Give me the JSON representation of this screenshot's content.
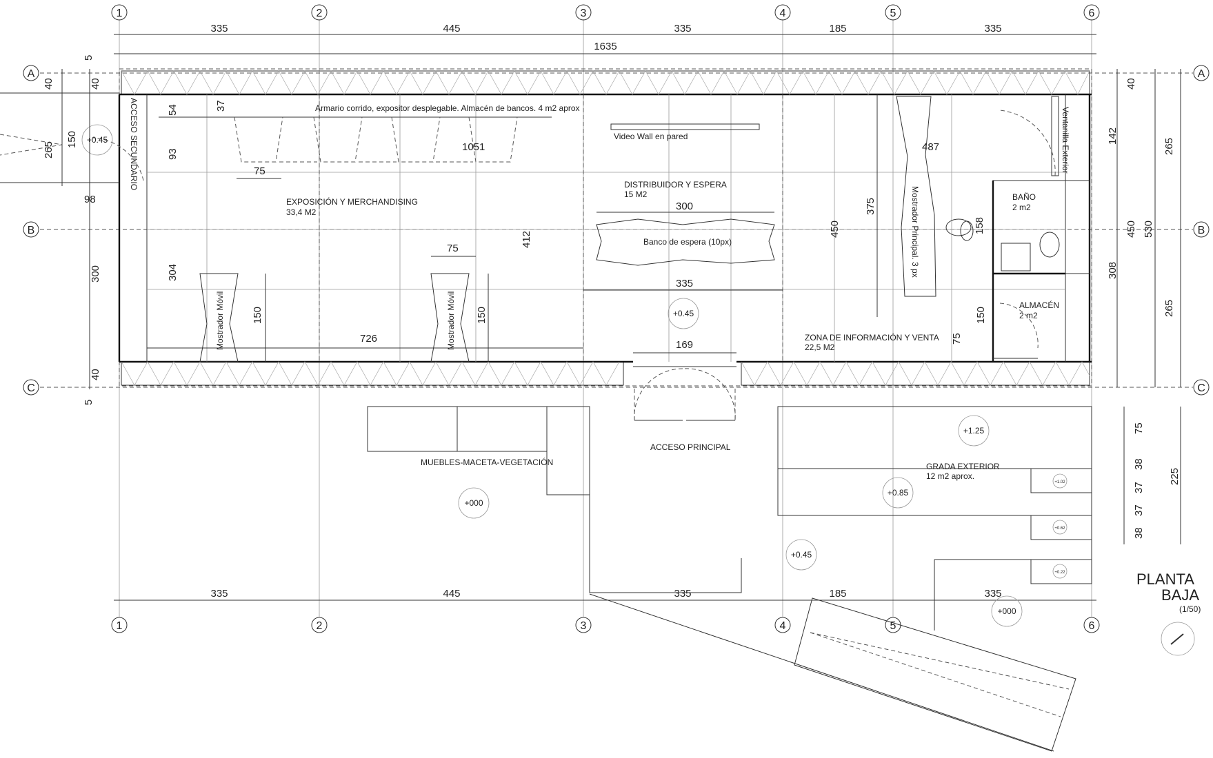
{
  "grid": {
    "columns": [
      "1",
      "2",
      "3",
      "4",
      "5",
      "6"
    ],
    "rows": [
      "A",
      "B",
      "C"
    ]
  },
  "dims_top": [
    "335",
    "445",
    "335",
    "185",
    "335"
  ],
  "dims_bottom": [
    "335",
    "445",
    "335",
    "185",
    "335"
  ],
  "total_width": "1635",
  "left_dims": [
    "5",
    "40",
    "40",
    "265",
    "150",
    "98",
    "300",
    "40",
    "5"
  ],
  "right_dims": [
    "40",
    "142",
    "265",
    "450",
    "530",
    "308",
    "265"
  ],
  "right_ext_dims": [
    "75",
    "38",
    "37",
    "37",
    "38",
    "225"
  ],
  "rooms": {
    "acceso_secundario": "ACCESO SECUNDARIO",
    "armario": "Armario corrido, expositor desplegable. Almacén de bancos. 4 m2 aprox",
    "video_wall": "Video Wall en pared",
    "exposicion": "EXPOSICIÓN Y MERCHANDISING",
    "exposicion_area": "33,4 M2",
    "distribuidor": "DISTRIBUIDOR Y ESPERA",
    "distribuidor_area": "15 M2",
    "banco": "Banco de espera (10px)",
    "mostrador_principal": "Mostrador Principal. 3 px",
    "mostrador_movil_1": "Mostrador Móvil",
    "mostrador_movil_2": "Mostrador Móvil",
    "ventanilla": "Ventanilla Exterior",
    "bano": "BAÑO",
    "bano_area": "2 m2",
    "almacen": "ALMACÉN",
    "almacen_area": "2 m2",
    "zona_info": "ZONA DE INFORMACIÓN Y VENTA",
    "zona_info_area": "22,5 M2",
    "acceso_principal": "ACCESO PRINCIPAL",
    "muebles": "MUEBLES-MACETA-VEGETACIÓN",
    "grada": "GRADA EXTERIOR",
    "grada_area": "12 m2 aprox."
  },
  "inner_dims": {
    "d37": "37",
    "d54": "54",
    "d93": "93",
    "d75a": "75",
    "d1051": "1051",
    "d487": "487",
    "d304": "304",
    "d150a": "150",
    "d726": "726",
    "d75b": "75",
    "d150b": "150",
    "d412": "412",
    "d300": "300",
    "d335": "335",
    "d169": "169",
    "d450": "450",
    "d375": "375",
    "d158": "158",
    "d150c": "150",
    "d75c": "75"
  },
  "levels": {
    "l1": "+0.45",
    "l2": "+0.45",
    "l3": "+000",
    "l4": "+1.25",
    "l5": "+0.85",
    "l6": "+0.45",
    "l7": "+000",
    "s1": "+1.02",
    "s2": "+0.62",
    "s3": "+0.22"
  },
  "title": {
    "line1": "PLANTA",
    "line2": "BAJA",
    "scale": "(1/50)"
  }
}
